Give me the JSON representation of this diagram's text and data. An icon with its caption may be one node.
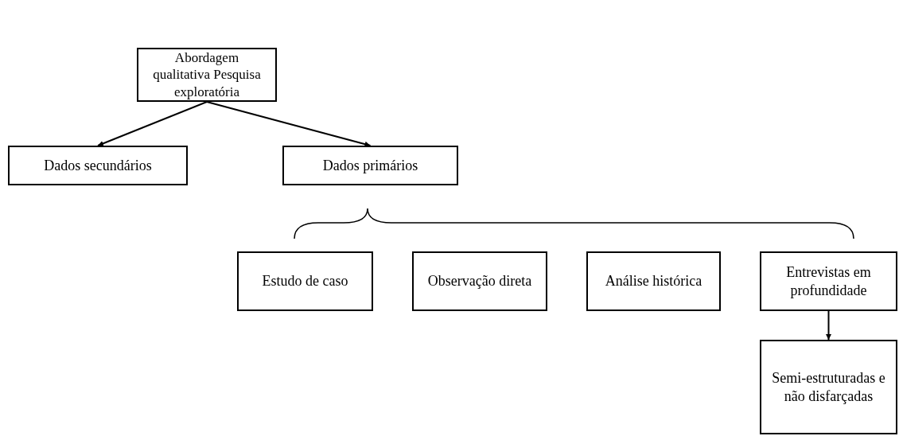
{
  "diagram": {
    "nodes": [
      {
        "text": [
          "Abordagem qualitativa Pesquisa exploratória"
        ]
      },
      {
        "text": [
          "Dados secundários"
        ]
      },
      {
        "text": [
          "Dados primários"
        ]
      },
      {
        "text": [
          "Estudo de caso"
        ]
      },
      {
        "text": [
          "Observação direta"
        ]
      },
      {
        "text": [
          "Análise histórica"
        ]
      },
      {
        "text": [
          "Entrevistas em profundidade"
        ]
      },
      {
        "text": [
          "Semi-estruturadas e não disfarçadas"
        ]
      }
    ],
    "edges": [
      {
        "from": 0,
        "to": 1,
        "arrow": "to"
      },
      {
        "from": 0,
        "to": 2,
        "arrow": "to"
      },
      {
        "from": 6,
        "to": 7,
        "arrow": "to"
      }
    ]
  }
}
